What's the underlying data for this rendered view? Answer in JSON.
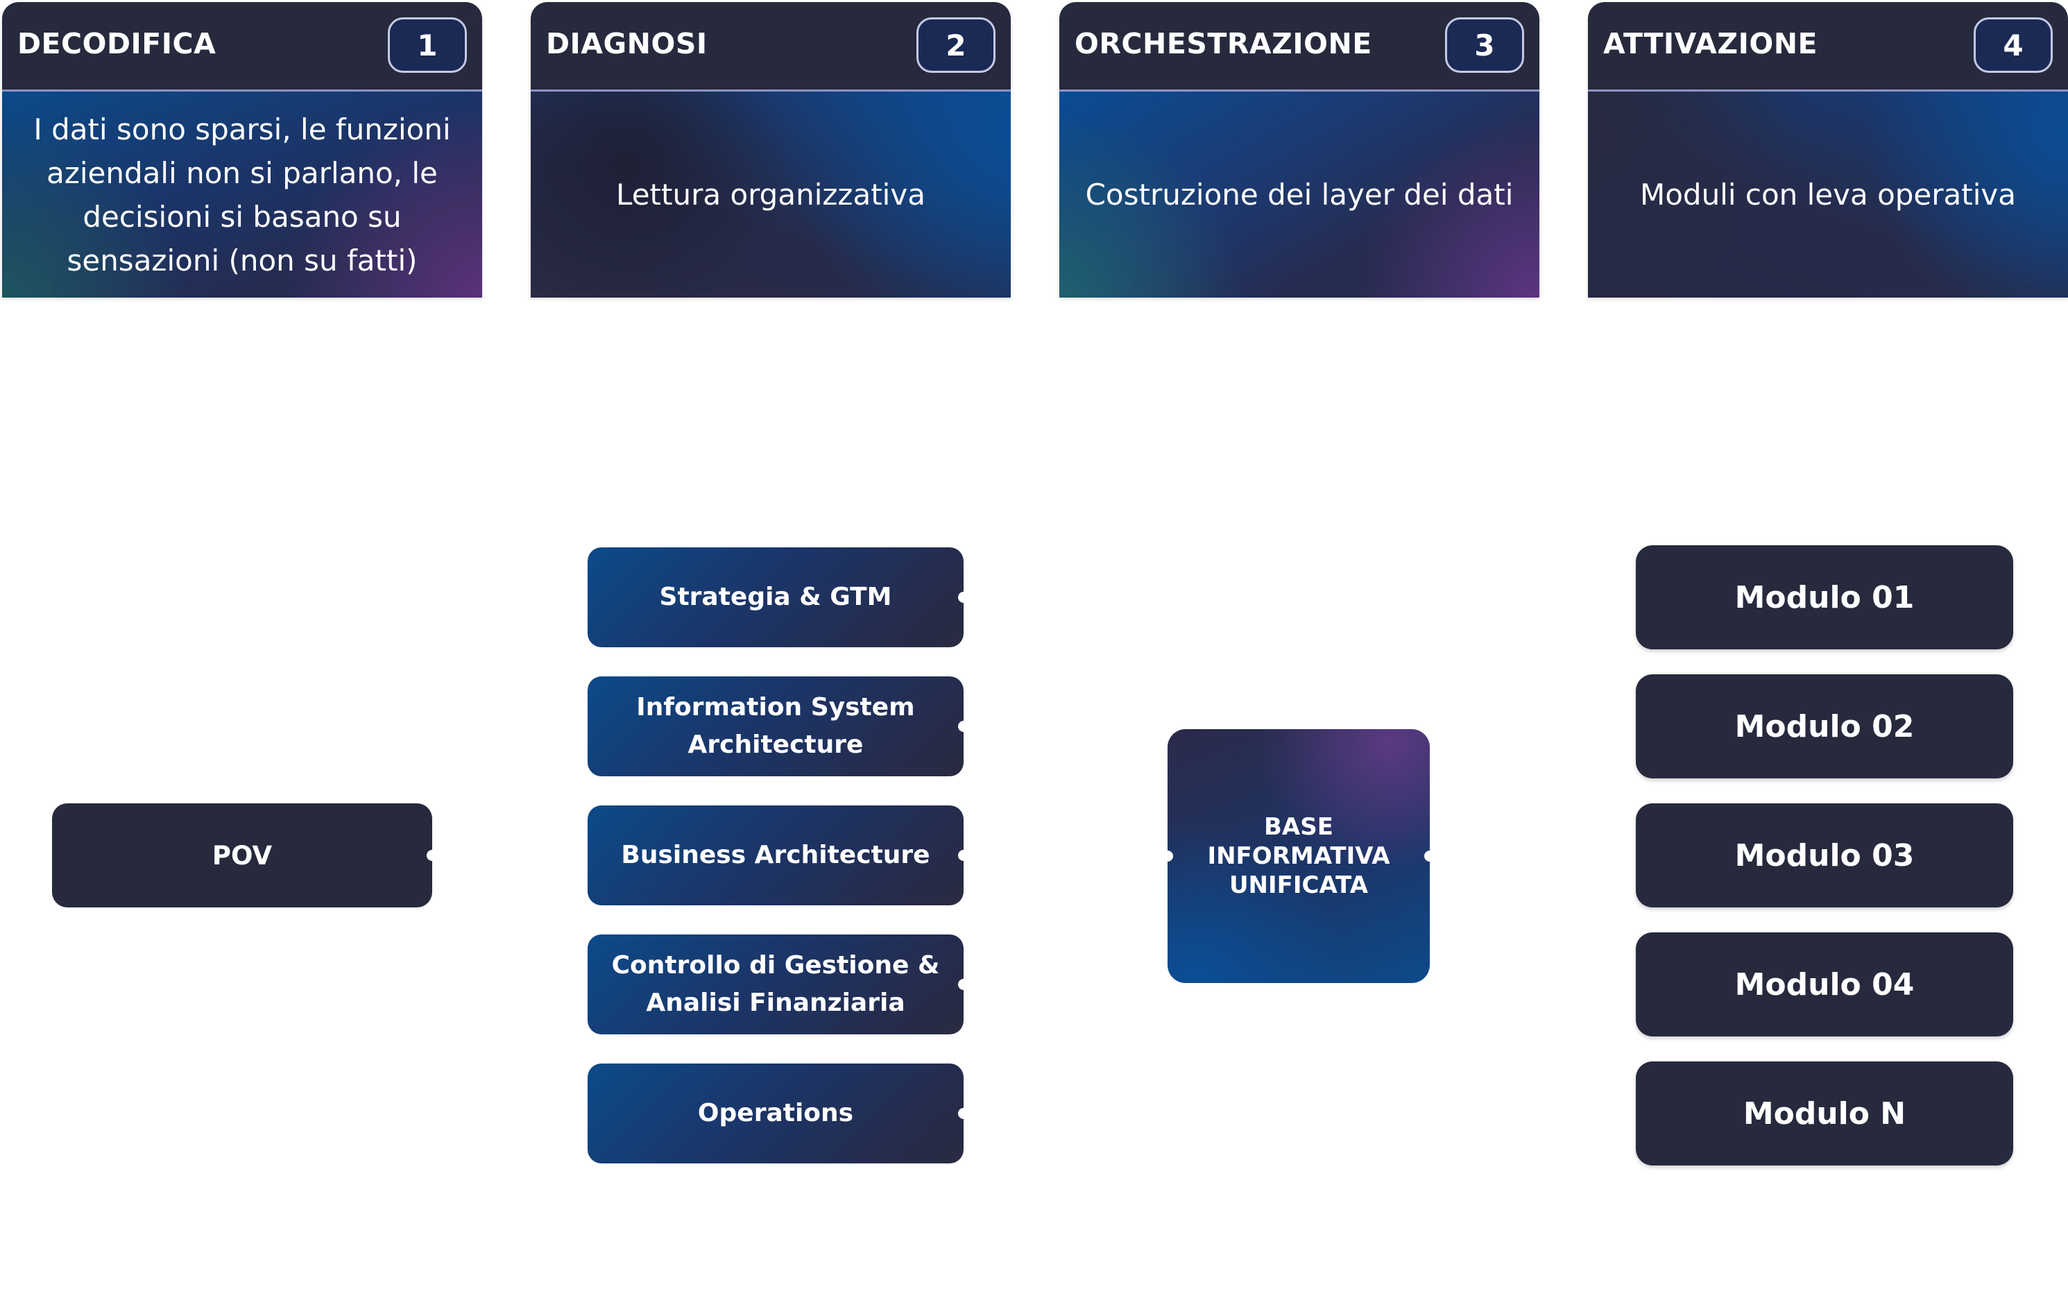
{
  "phases": [
    {
      "title": "DECODIFICA",
      "number": "1",
      "description": "I dati sono sparsi, le funzioni aziendali non si parlano, le decisioni si basano su sensazioni (non su fatti)"
    },
    {
      "title": "DIAGNOSI",
      "number": "2",
      "description": "Lettura organizzativa"
    },
    {
      "title": "ORCHESTRAZIONE",
      "number": "3",
      "description": "Costruzione dei layer dei dati"
    },
    {
      "title": "ATTIVAZIONE",
      "number": "4",
      "description": "Moduli con leva operativa"
    }
  ],
  "pov": "POV",
  "areas": [
    "Strategia & GTM",
    "Information System Architecture",
    "Business Architecture",
    "Controllo di Gestione & Analisi Finanziaria",
    "Operations"
  ],
  "base": "BASE INFORMATIVA UNIFICATA",
  "modules": [
    "Modulo 01",
    "Modulo 02",
    "Modulo 03",
    "Modulo 04",
    "Modulo N"
  ]
}
